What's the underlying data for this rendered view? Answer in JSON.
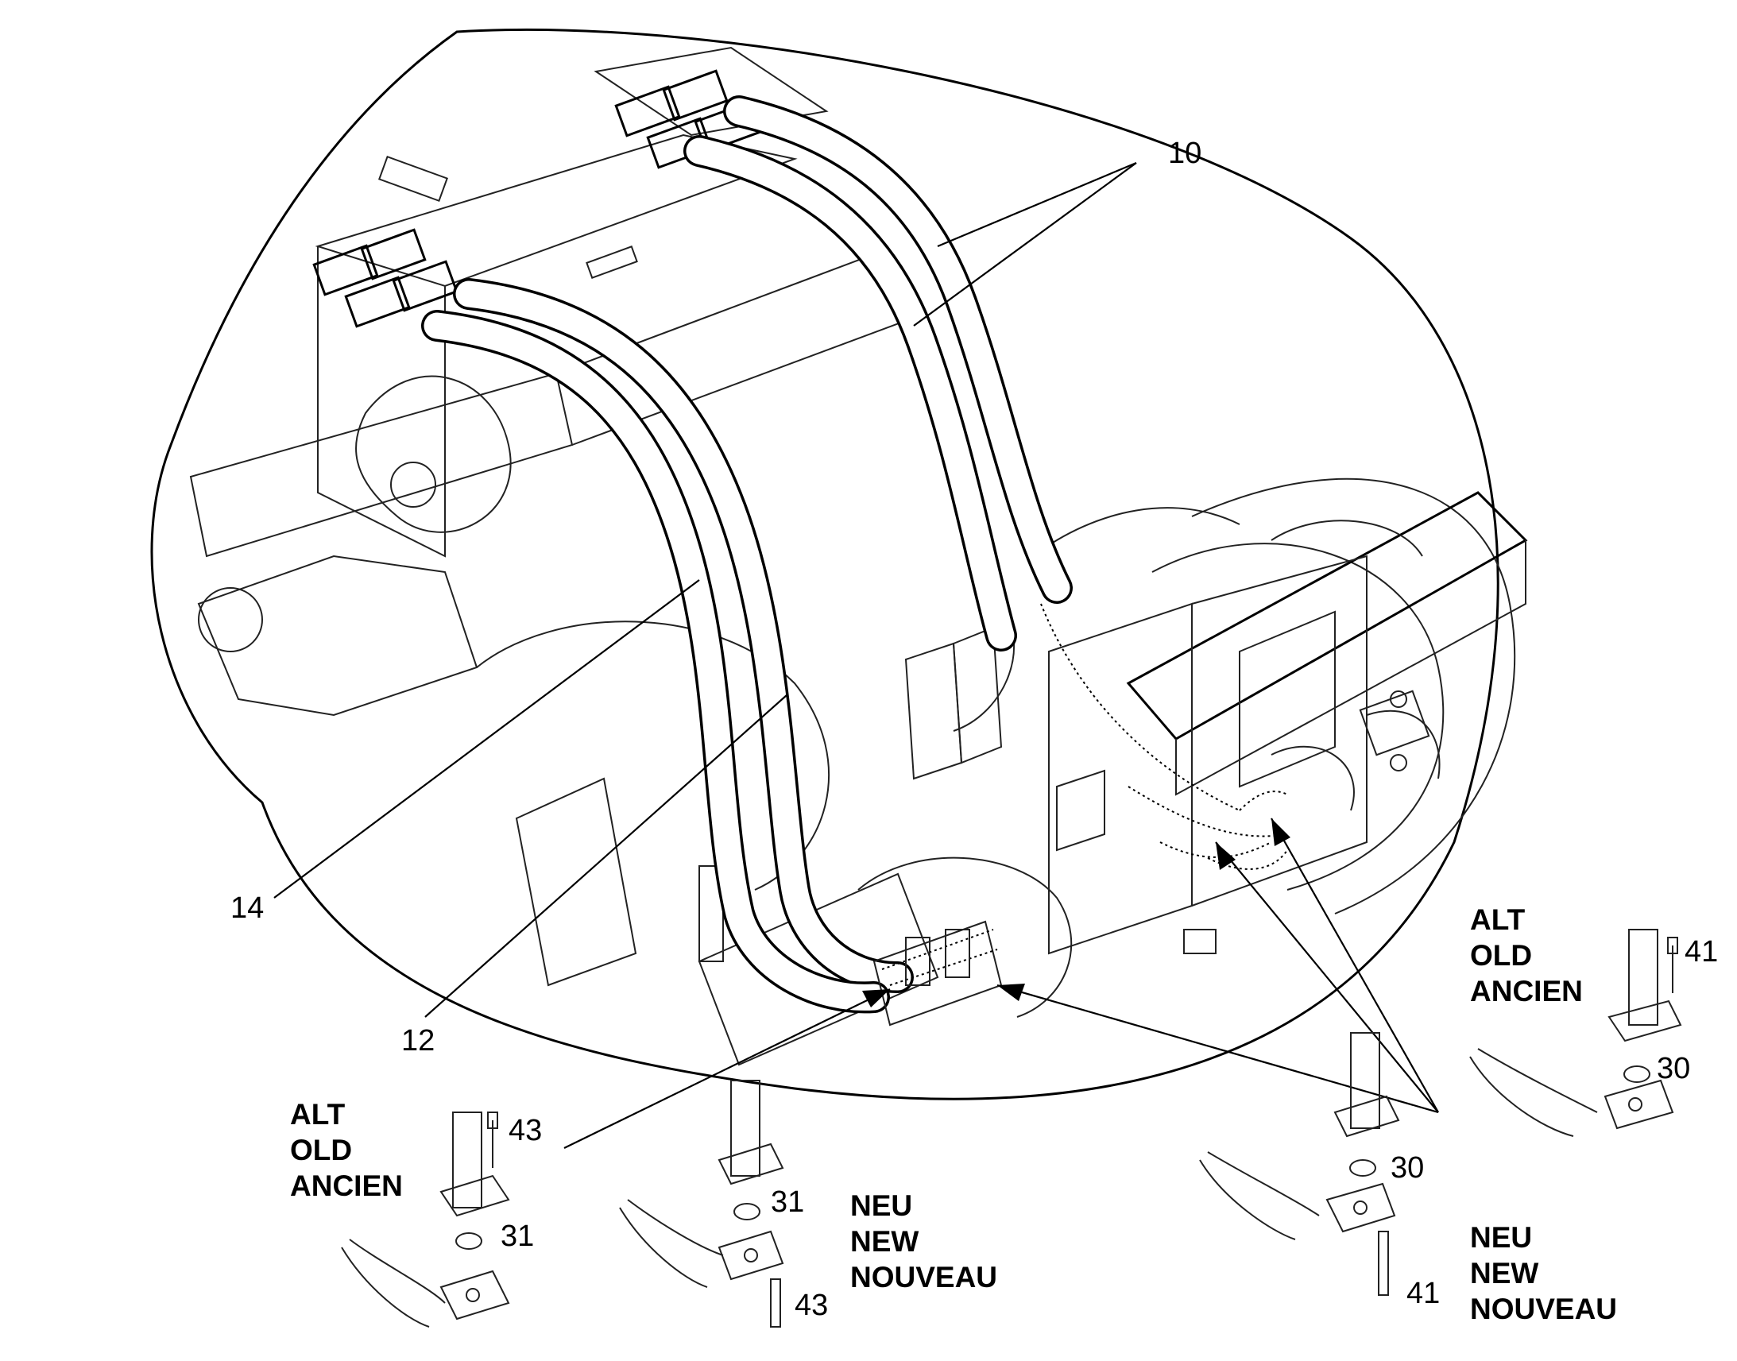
{
  "callouts": {
    "c10": "10",
    "c12": "12",
    "c14": "14",
    "c30a": "30",
    "c30b": "30",
    "c31a": "31",
    "c31b": "31",
    "c41a": "41",
    "c41b": "41",
    "c43a": "43",
    "c43b": "43"
  },
  "variants": {
    "old_left": [
      "ALT",
      "OLD",
      "ANCIEN"
    ],
    "new_left": [
      "NEU",
      "NEW",
      "NOUVEAU"
    ],
    "old_right": [
      "ALT",
      "OLD",
      "ANCIEN"
    ],
    "new_right": [
      "NEU",
      "NEW",
      "NOUVEAU"
    ]
  }
}
